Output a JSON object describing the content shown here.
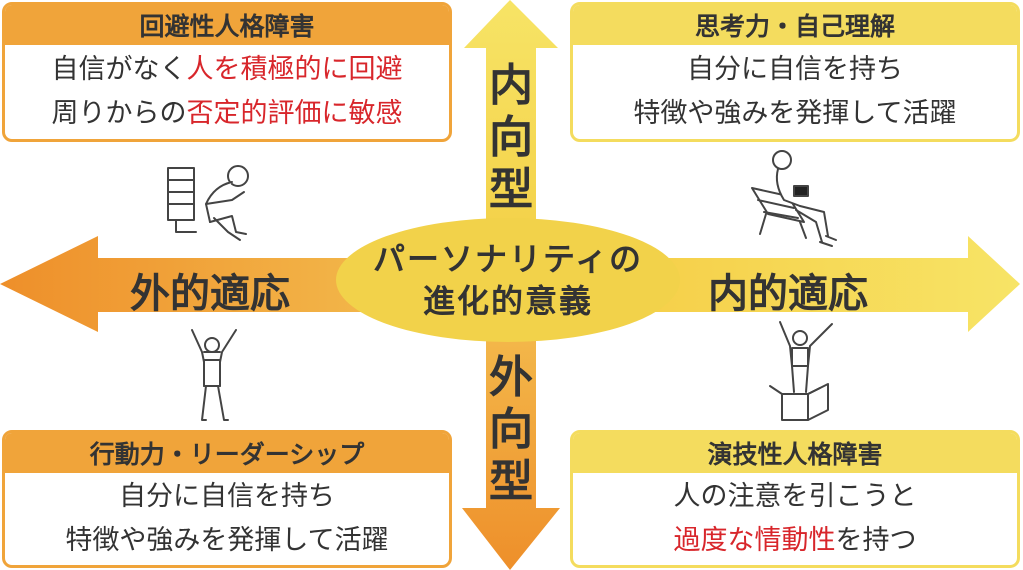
{
  "center": {
    "line1": "パーソナリティの",
    "line2": "進化的意義"
  },
  "axes": {
    "top": [
      "内",
      "向",
      "型"
    ],
    "bottom": [
      "外",
      "向",
      "型"
    ],
    "left": "外的適応",
    "right": "内的適応"
  },
  "quadrants": {
    "top_left": {
      "title": "回避性人格障害",
      "line1": {
        "pre": "自信がなく",
        "hl": "人を積極的に回避",
        "post": ""
      },
      "line2": {
        "pre": "周りからの",
        "hl": "否定的評価に敏感",
        "post": ""
      }
    },
    "top_right": {
      "title": "思考力・自己理解",
      "line1": {
        "pre": "自分に自信を持ち",
        "hl": "",
        "post": ""
      },
      "line2": {
        "pre": "特徴や強みを発揮して活躍",
        "hl": "",
        "post": ""
      }
    },
    "bottom_left": {
      "title": "行動力・リーダーシップ",
      "line1": {
        "pre": "自分に自信を持ち",
        "hl": "",
        "post": ""
      },
      "line2": {
        "pre": "特徴や強みを発揮して活躍",
        "hl": "",
        "post": ""
      }
    },
    "bottom_right": {
      "title": "演技性人格障害",
      "line1": {
        "pre": "人の注意を引こうと",
        "hl": "",
        "post": ""
      },
      "line2": {
        "pre": "",
        "hl": "過度な情動性",
        "post": "を持つ"
      }
    }
  },
  "colors": {
    "orange": "#f0a43a",
    "yellow": "#f4dc5e",
    "center": "#f2d24a",
    "highlight": "#d8262b"
  },
  "illustrations": [
    "man-on-bench-head-down",
    "man-reading-on-bench",
    "man-arms-raised",
    "man-on-box-arms-raised"
  ]
}
